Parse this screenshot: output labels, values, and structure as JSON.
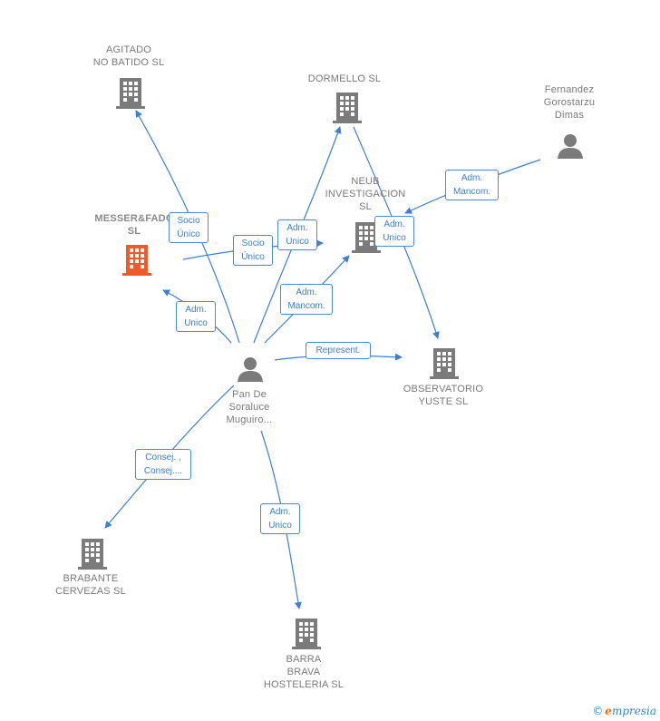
{
  "nodes": {
    "agitado": {
      "label": "AGITADO\nNO BATIDO SL",
      "type": "company",
      "color": "#7b7b7b"
    },
    "dormello": {
      "label": "DORMELLO SL",
      "type": "company",
      "color": "#7b7b7b"
    },
    "fernandez": {
      "label": "Fernandez\nGorostarzu\nDimas",
      "type": "person",
      "color": "#7b7b7b"
    },
    "messer": {
      "label": "MESSER&FADO\nSL",
      "type": "company",
      "color": "#f05a28"
    },
    "neub": {
      "label": "NEUB\nINVESTIGACION\nSL",
      "type": "company",
      "color": "#7b7b7b"
    },
    "observatorio": {
      "label": "OBSERVATORIO\nYUSTE  SL",
      "type": "company",
      "color": "#7b7b7b"
    },
    "pan": {
      "label": "Pan De\nSoraluce\nMuguiro...",
      "type": "person",
      "color": "#7b7b7b"
    },
    "brabante": {
      "label": "BRABANTE\nCERVEZAS SL",
      "type": "company",
      "color": "#7b7b7b"
    },
    "barra": {
      "label": "BARRA\nBRAVA\nHOSTELERIA SL",
      "type": "company",
      "color": "#7b7b7b"
    }
  },
  "edges": [
    {
      "id": "pan-agitado",
      "label": "Socio\nÚnico"
    },
    {
      "id": "pan-dormello",
      "label": "Adm.\nUnico"
    },
    {
      "id": "pan-messer",
      "label": "Adm.\nUnico"
    },
    {
      "id": "messer-neub",
      "label": "Socio\nÚnico"
    },
    {
      "id": "pan-neub",
      "label": "Adm.\nMancom."
    },
    {
      "id": "fernandez-neub",
      "label": "Adm.\nMancom."
    },
    {
      "id": "dormello-observatorio",
      "label": "Adm.\nUnico"
    },
    {
      "id": "pan-observatorio",
      "label": "Represent."
    },
    {
      "id": "pan-brabante",
      "label": "Consej. ,\nConsej...."
    },
    {
      "id": "pan-barra",
      "label": "Adm.\nUnico"
    }
  ],
  "colors": {
    "edge": "#3f7fcf",
    "highlight": "#f05a28",
    "node": "#7b7b7b"
  },
  "brand": {
    "copyright": "©",
    "name_first": "e",
    "name_rest": "mpresia"
  }
}
